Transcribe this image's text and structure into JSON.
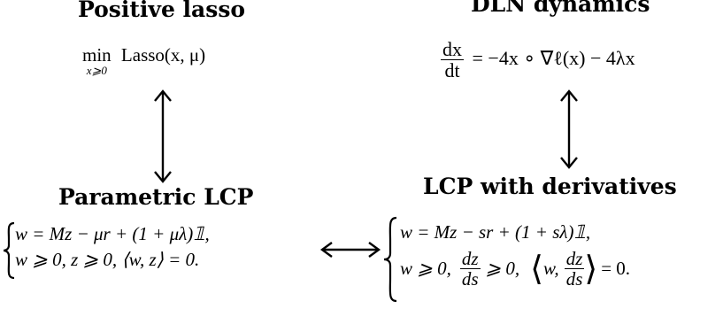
{
  "headings": {
    "positive_lasso": "Positive lasso",
    "dln_dynamics": "DLN dynamics",
    "parametric_lcp": "Parametric LCP",
    "lcp_derivatives": "LCP with derivatives"
  },
  "lasso": {
    "min": "min",
    "constraint": "x⩾0",
    "expr": "Lasso(x, μ)"
  },
  "dln": {
    "num": "dx",
    "den": "dt",
    "rhs": "= −4x ∘ ∇ℓ(x) − 4λx"
  },
  "parametric": {
    "line1": "w = Mz − μr + (1 + μλ)𝟙,",
    "line2": "w ⩾ 0,  z ⩾ 0,  ⟨w, z⟩ = 0."
  },
  "derivatives": {
    "line1": "w = Mz − sr + (1 + sλ)𝟙,",
    "line2_a": "w ⩾ 0,",
    "frac_num": "dz",
    "frac_den": "ds",
    "line2_b": "⩾ 0,",
    "ip_open": "w,",
    "ip_close": "= 0."
  }
}
